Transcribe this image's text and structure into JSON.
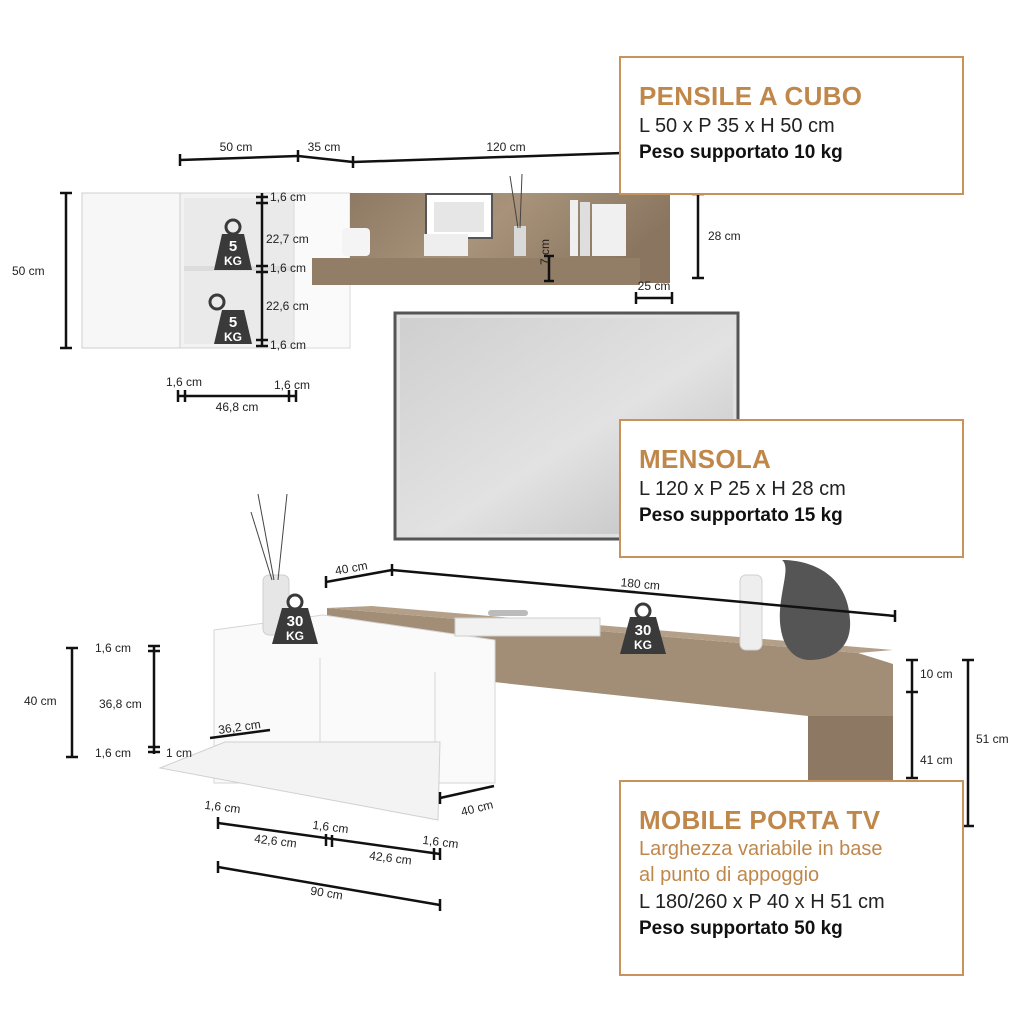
{
  "boxes": {
    "pensile": {
      "title": "PENSILE A CUBO",
      "dims": "L 50 x P 35 x H 50 cm",
      "weight": "Peso supportato 10 kg"
    },
    "mensola": {
      "title": "MENSOLA",
      "dims": "L 120 x P 25 x H 28 cm",
      "weight": "Peso supportato 15 kg"
    },
    "mobile": {
      "title": "MOBILE PORTA TV",
      "sub1": "Larghezza variabile in base",
      "sub2": "al punto di appoggio",
      "dims": "L 180/260 x P 40 x H 51 cm",
      "weight": "Peso supportato 50 kg"
    }
  },
  "weights": {
    "small": "5",
    "large": "30",
    "unit": "KG"
  },
  "labels": {
    "w50": "50 cm",
    "w35": "35 cm",
    "w120": "120 cm",
    "h50": "50 cm",
    "t16a": "1,6 cm",
    "s227": "22,7 cm",
    "t16b": "1,6 cm",
    "s226": "22,6 cm",
    "t16c": "1,6 cm",
    "h28": "28 cm",
    "h7": "7 cm",
    "d25": "25 cm",
    "b16l": "1,6 cm",
    "b16r": "1,6 cm",
    "b468": "46,8 cm",
    "d40": "40 cm",
    "w180": "180 cm",
    "lh40": "40 cm",
    "l16t": "1,6 cm",
    "l368": "36,8 cm",
    "l16b": "1,6 cm",
    "l1": "1 cm",
    "l362": "36,2 cm",
    "r10": "10 cm",
    "r41": "41 cm",
    "r51": "51 cm",
    "bd40": "40 cm",
    "b16a": "1,6 cm",
    "b426a": "42,6 cm",
    "b16m": "1,6 cm",
    "b426b": "42,6 cm",
    "b16r2": "1,6 cm",
    "b90": "90 cm"
  },
  "colors": {
    "accent": "#c0874b",
    "border": "#c8925a",
    "oak": "#a08c74",
    "weight_icon": "#3a3a3a"
  }
}
